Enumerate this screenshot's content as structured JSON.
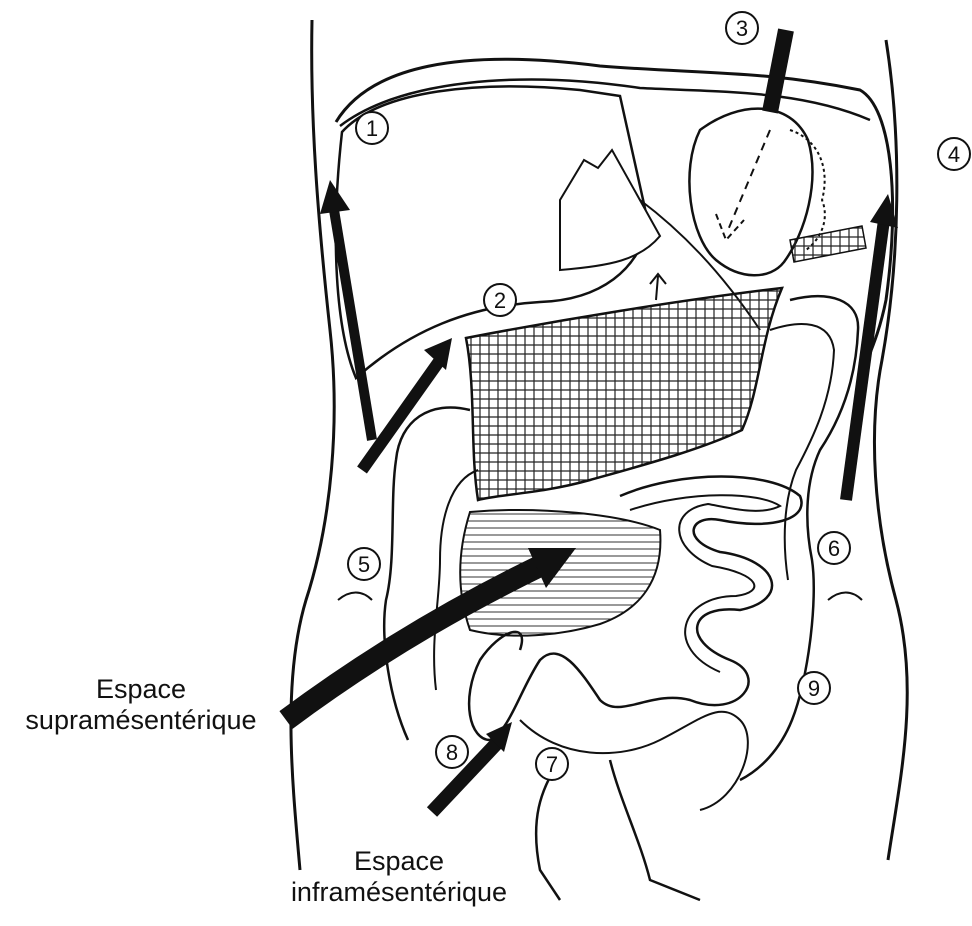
{
  "labels": {
    "supra": [
      "Espace",
      "supramésentérique"
    ],
    "infra": [
      "Espace",
      "inframésentérique"
    ]
  },
  "markers": [
    "1",
    "2",
    "3",
    "4",
    "5",
    "6",
    "7",
    "8",
    "9"
  ],
  "colors": {
    "ink": "#111111",
    "paper": "#ffffff"
  }
}
